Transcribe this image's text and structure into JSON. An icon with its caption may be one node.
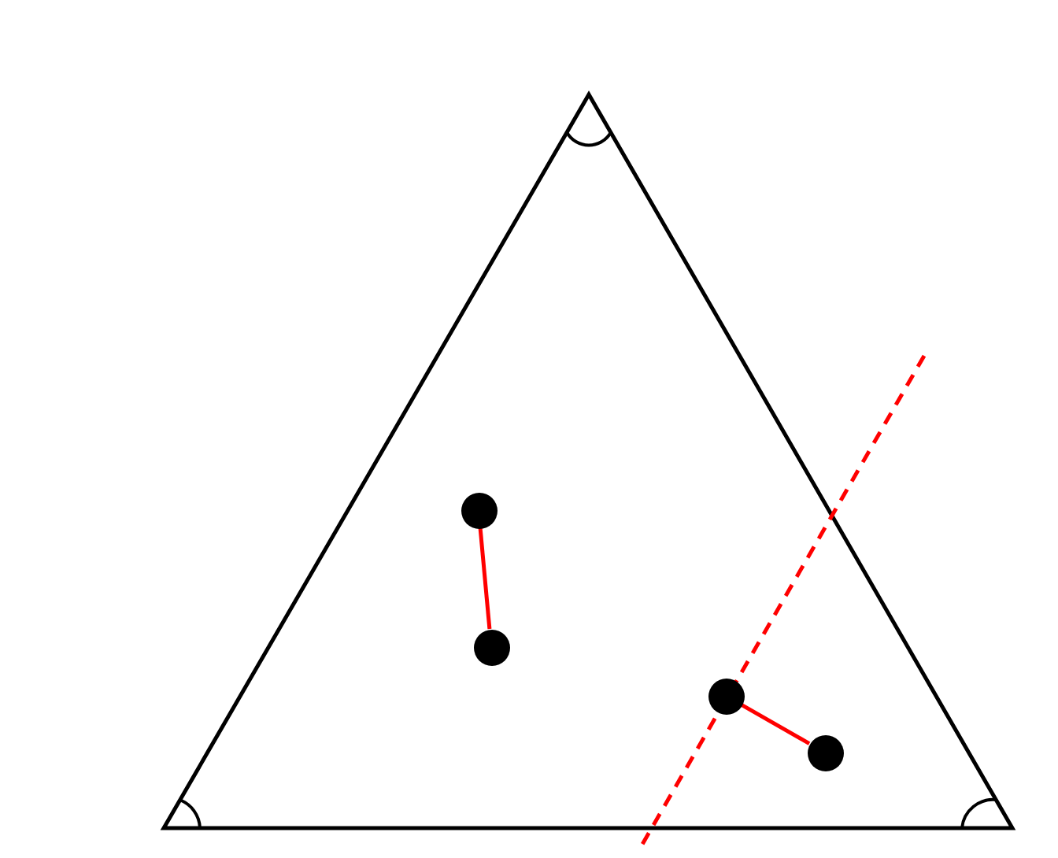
{
  "diagram": {
    "nodes": [
      {
        "text": [],
        "shape": "circle"
      },
      {
        "text": [],
        "shape": "circle"
      },
      {
        "text": [],
        "shape": "circle"
      },
      {
        "text": [],
        "shape": "circle"
      }
    ],
    "edges": [
      {
        "from": 0,
        "to": 1,
        "arrow": "none"
      },
      {
        "from": 2,
        "to": 3,
        "arrow": "none"
      }
    ]
  }
}
